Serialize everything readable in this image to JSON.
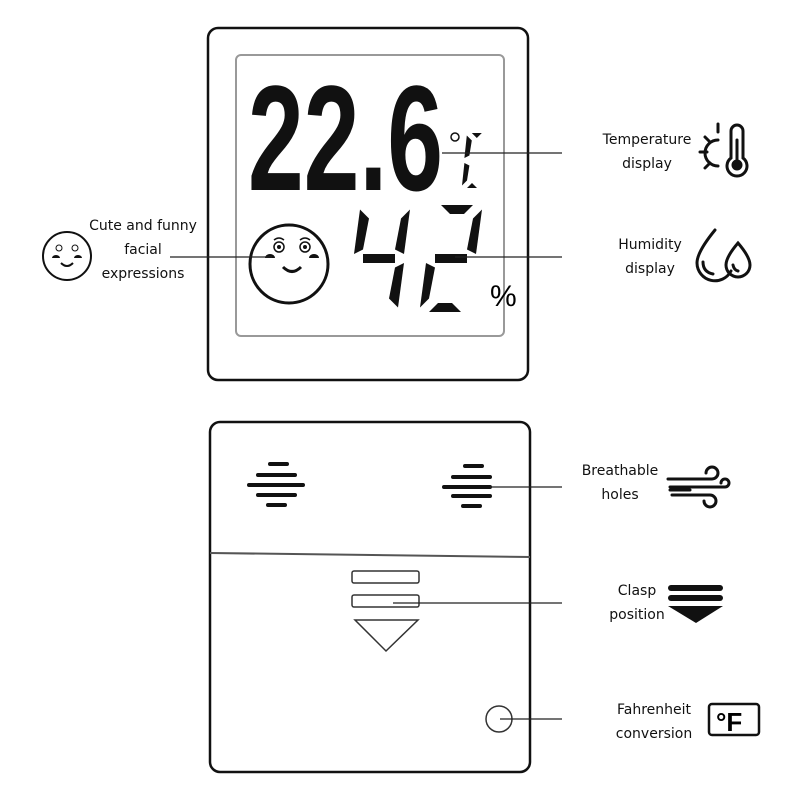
{
  "display": {
    "temperature": "22.6",
    "temperature_unit": "°C",
    "humidity": "42",
    "humidity_unit": "%"
  },
  "labels": {
    "face": [
      "Cute and funny",
      "facial",
      "expressions"
    ],
    "temperature": [
      "Temperature",
      "display"
    ],
    "humidity": [
      "Humidity",
      "display"
    ],
    "breathable": [
      "Breathable",
      "holes"
    ],
    "clasp": [
      "Clasp",
      "position"
    ],
    "fahrenheit": [
      "Fahrenheit",
      "conversion"
    ]
  },
  "icons": {
    "face": "smiley-face-icon",
    "temperature": "sun-thermometer-icon",
    "humidity": "water-drops-icon",
    "breathable": "wind-icon",
    "clasp": "clasp-arrow-icon",
    "fahrenheit": "fahrenheit-icon",
    "fahrenheit_text": "°F"
  },
  "colors": {
    "ink": "#111111",
    "screen_border": "#9a9a9a"
  }
}
